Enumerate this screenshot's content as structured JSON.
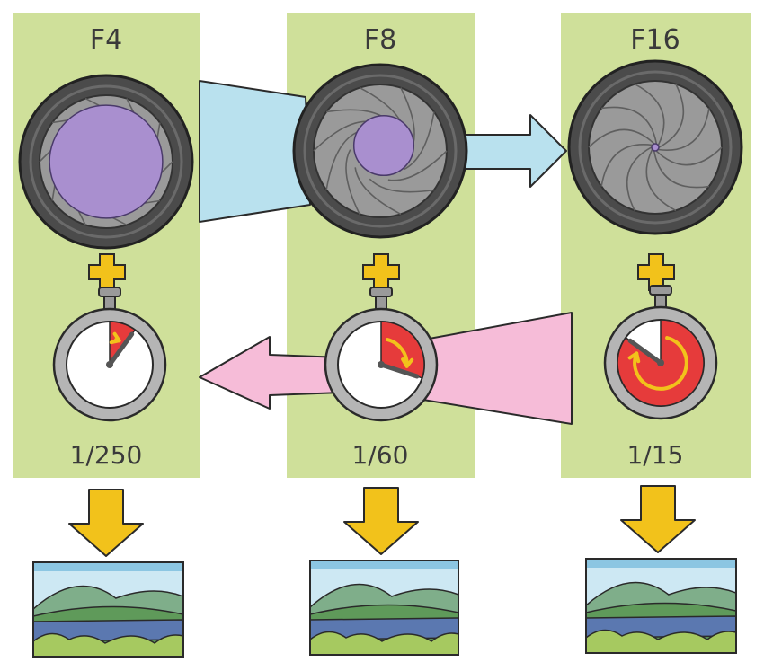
{
  "columns": [
    {
      "f_number": "F4",
      "shutter": "1/250",
      "aperture_opening": 0.85,
      "shutter_fraction": 0.1
    },
    {
      "f_number": "F8",
      "shutter": "1/60",
      "aperture_opening": 0.45,
      "shutter_fraction": 0.3
    },
    {
      "f_number": "F16",
      "shutter": "1/15",
      "aperture_opening": 0.05,
      "shutter_fraction": 0.85
    }
  ],
  "colors": {
    "column_bg": "#cfe09a",
    "aperture_arrow": "#b9e1ee",
    "shutter_arrow": "#f6bcd8",
    "plus": "#f2c21b",
    "down_arrow": "#f2c21b",
    "iris": "#a98fcf",
    "timer_red": "#e63b3b"
  },
  "icons": [
    "aperture-icon",
    "plus-icon",
    "stopwatch-icon",
    "down-arrow-icon",
    "landscape-photo-icon"
  ]
}
